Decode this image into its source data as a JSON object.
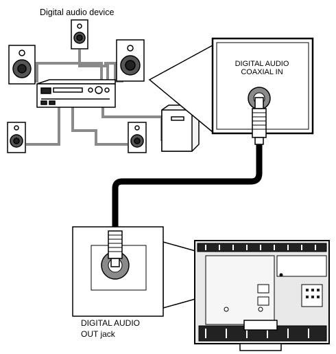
{
  "labels": {
    "device_title": "Digital audio device",
    "coax_in_line1": "DIGITAL AUDIO",
    "coax_in_line2": "COAXIAL IN",
    "out_jack_line1": "DIGITAL AUDIO",
    "out_jack_line2": "OUT jack"
  },
  "icons": {
    "speakers": "speaker-icon",
    "receiver": "av-receiver-icon",
    "subwoofer": "subwoofer-icon",
    "tv": "tv-rear-panel-icon",
    "cable": "coaxial-cable-icon",
    "jack": "rca-jack-icon"
  },
  "colors": {
    "line": "#000000",
    "wire": "#8a8a8a",
    "panel": "#ffffff",
    "tv_fill": "#e9e9e9",
    "jack_ring": "#8a8a8a"
  }
}
